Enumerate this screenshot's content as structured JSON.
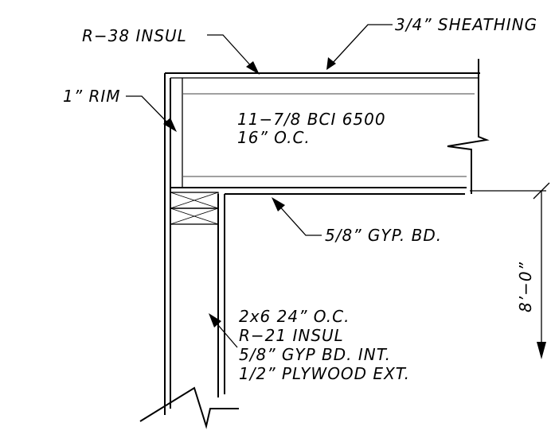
{
  "labels": {
    "r38_insul": "R−38 INSUL",
    "sheathing": "3/4” SHEATHING",
    "rim": "1” RIM",
    "bci_line1": "11−7/8 BCI 6500",
    "bci_line2": "16” O.C.",
    "gyp_ceiling": "5/8” GYP. BD.",
    "wall_line1": "2x6 24” O.C.",
    "wall_line2": "R−21 INSUL",
    "wall_line3": "5/8” GYP BD. INT.",
    "wall_line4": "1/2” PLYWOOD EXT.",
    "dimension": "8’−0”"
  }
}
